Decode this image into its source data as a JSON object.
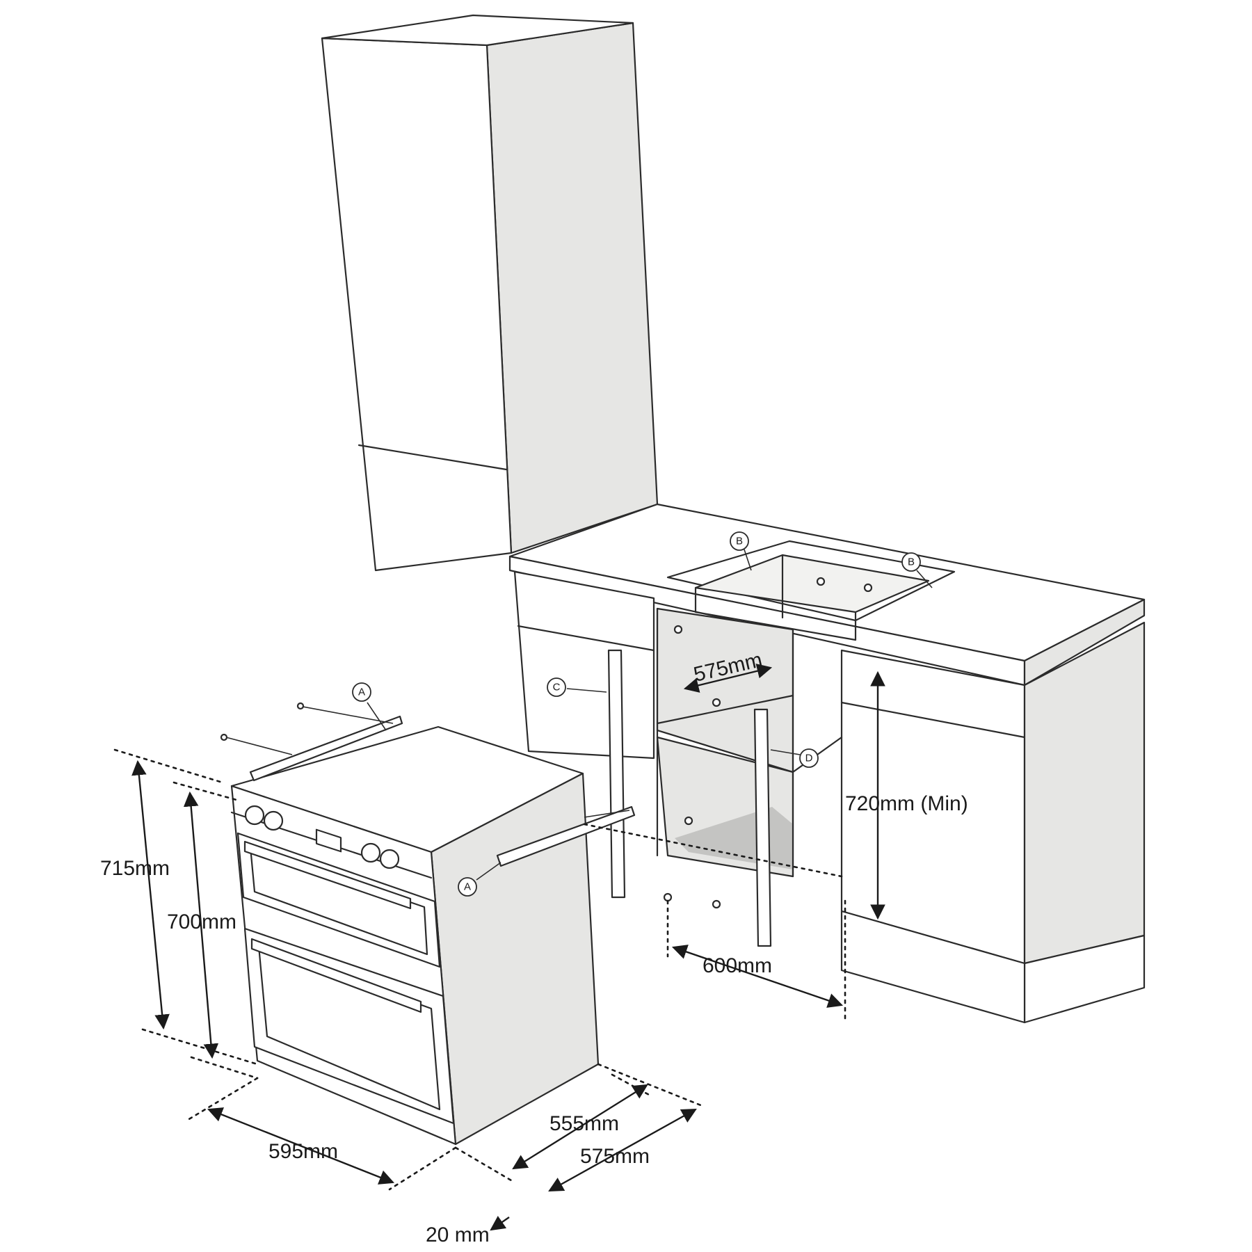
{
  "dimensions": {
    "oven_outer_height": "715mm",
    "oven_body_height": "700mm",
    "oven_width": "595mm",
    "oven_depth": "555mm",
    "oven_total_depth": "575mm",
    "door_protrusion": "20 mm",
    "aperture_depth": "575mm",
    "aperture_width": "600mm",
    "aperture_height": "720mm (Min)"
  },
  "callouts": {
    "a": "A",
    "b": "B",
    "c": "C",
    "d": "D"
  },
  "colors": {
    "panel_fill": "#e6e6e4",
    "line": "#2b2b2b",
    "background": "#ffffff"
  }
}
